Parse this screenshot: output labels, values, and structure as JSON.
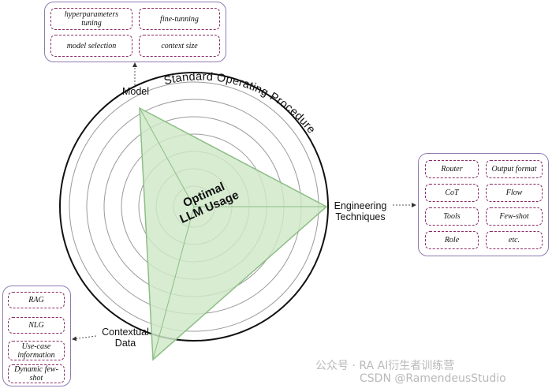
{
  "arc_title": "Standard Operating Procedure",
  "center_label": [
    "Optimal",
    "LLM Usage"
  ],
  "axes": {
    "model": "Model",
    "engineering": [
      "Engineering",
      "Techniques"
    ],
    "contextual": [
      "Contextual",
      "Data"
    ]
  },
  "panels": {
    "model": [
      "hyperparameters tuning",
      "fine-tunning",
      "model selection",
      "context size"
    ],
    "engineering": [
      "Router",
      "Output format",
      "CoT",
      "Flow",
      "Tools",
      "Few-shot",
      "Role",
      "etc."
    ],
    "contextual": [
      "RAG",
      "NLG",
      "Use-case information",
      "Dynamic few-shot"
    ]
  },
  "watermark": {
    "line1": "公众号 · RA AI衍生者训练营",
    "line2": "CSDN @RamendeusStudio"
  },
  "colors": {
    "panel_border": "#8e7bb3",
    "chip_border": "#8a2a66",
    "triangle_fill": "#cfe8c8",
    "triangle_stroke": "#8cbf84",
    "circle": "#9a9a9a",
    "outer_circle": "#111111"
  }
}
